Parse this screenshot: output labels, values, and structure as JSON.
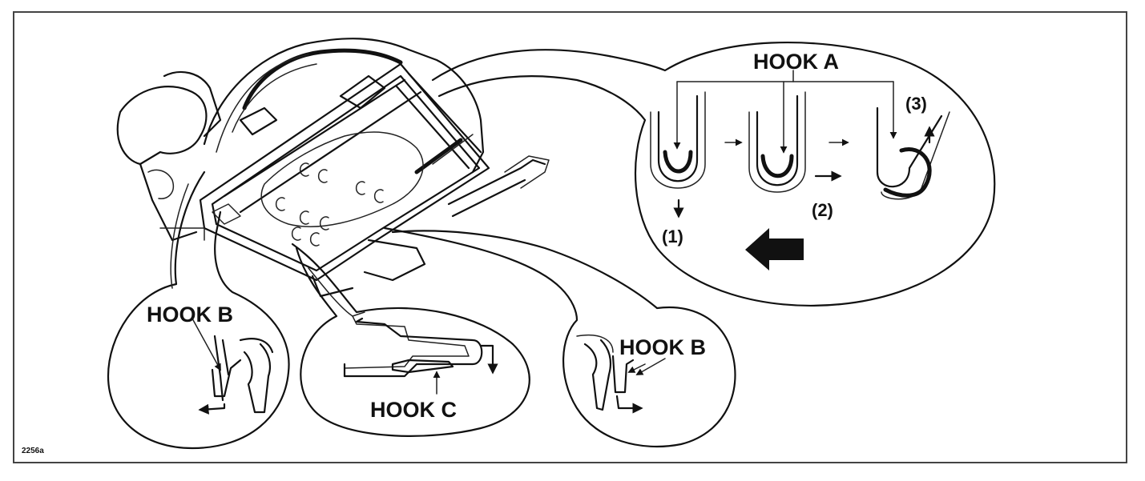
{
  "labels": {
    "hook_a": "HOOK A",
    "hook_b_left": "HOOK B",
    "hook_b_right": "HOOK B",
    "hook_c": "HOOK C",
    "step1": "(1)",
    "step2": "(2)",
    "step3": "(3)",
    "ref_code": "2256a"
  },
  "icons": [
    "seat-cushion-frame",
    "hook-a-sequence",
    "hook-b-detail",
    "hook-c-detail",
    "direction-arrow"
  ],
  "colors": {
    "line": "#111111",
    "frame": "#444444",
    "background": "#ffffff"
  }
}
